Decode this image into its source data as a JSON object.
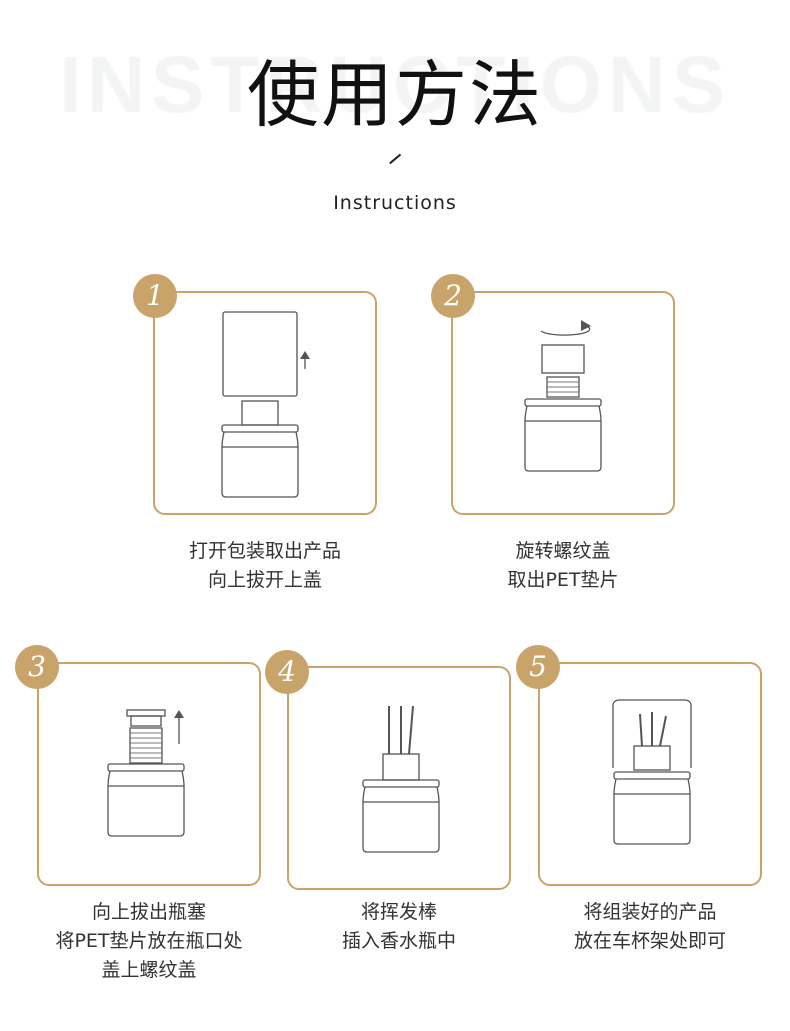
{
  "header": {
    "background_word": "INSTRUCTIONS",
    "title": "使用方法",
    "subtitle": "Instructions"
  },
  "accent_color": "#c9a46a",
  "steps": [
    {
      "number": "1",
      "lines": [
        "打开包装取出产品",
        "向上拔开上盖"
      ]
    },
    {
      "number": "2",
      "lines": [
        "旋转螺纹盖",
        "取出PET垫片"
      ]
    },
    {
      "number": "3",
      "lines": [
        "向上拔出瓶塞",
        "将PET垫片放在瓶口处",
        "盖上螺纹盖"
      ]
    },
    {
      "number": "4",
      "lines": [
        "将挥发棒",
        "插入香水瓶中"
      ]
    },
    {
      "number": "5",
      "lines": [
        "将组装好的产品",
        "放在车杯架处即可"
      ]
    }
  ]
}
